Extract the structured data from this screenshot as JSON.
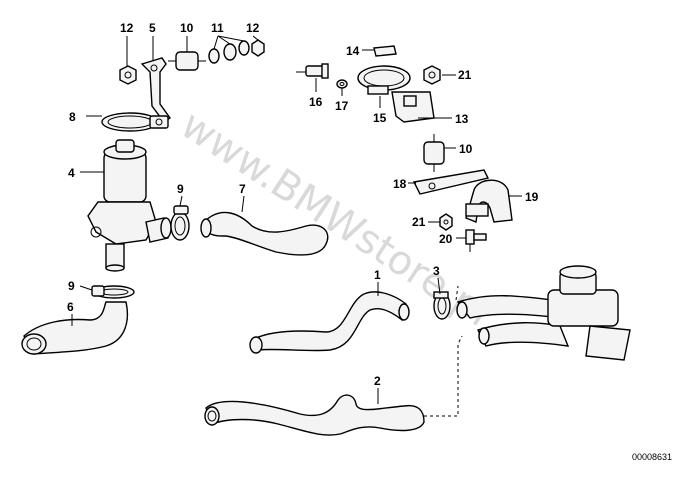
{
  "watermark": "www.BMWstore.pl",
  "diagram_code": "00008631",
  "callouts": {
    "c12a": "12",
    "c5": "5",
    "c10a": "10",
    "c11": "11",
    "c12b": "12",
    "c14": "14",
    "c21a": "21",
    "c16": "16",
    "c17": "17",
    "c15": "15",
    "c13": "13",
    "c8": "8",
    "c10b": "10",
    "c4": "4",
    "c18": "18",
    "c19": "19",
    "c9a": "9",
    "c7": "7",
    "c21b": "21",
    "c20": "20",
    "c3": "3",
    "c9b": "9",
    "c1": "1",
    "c6": "6",
    "c2": "2"
  }
}
